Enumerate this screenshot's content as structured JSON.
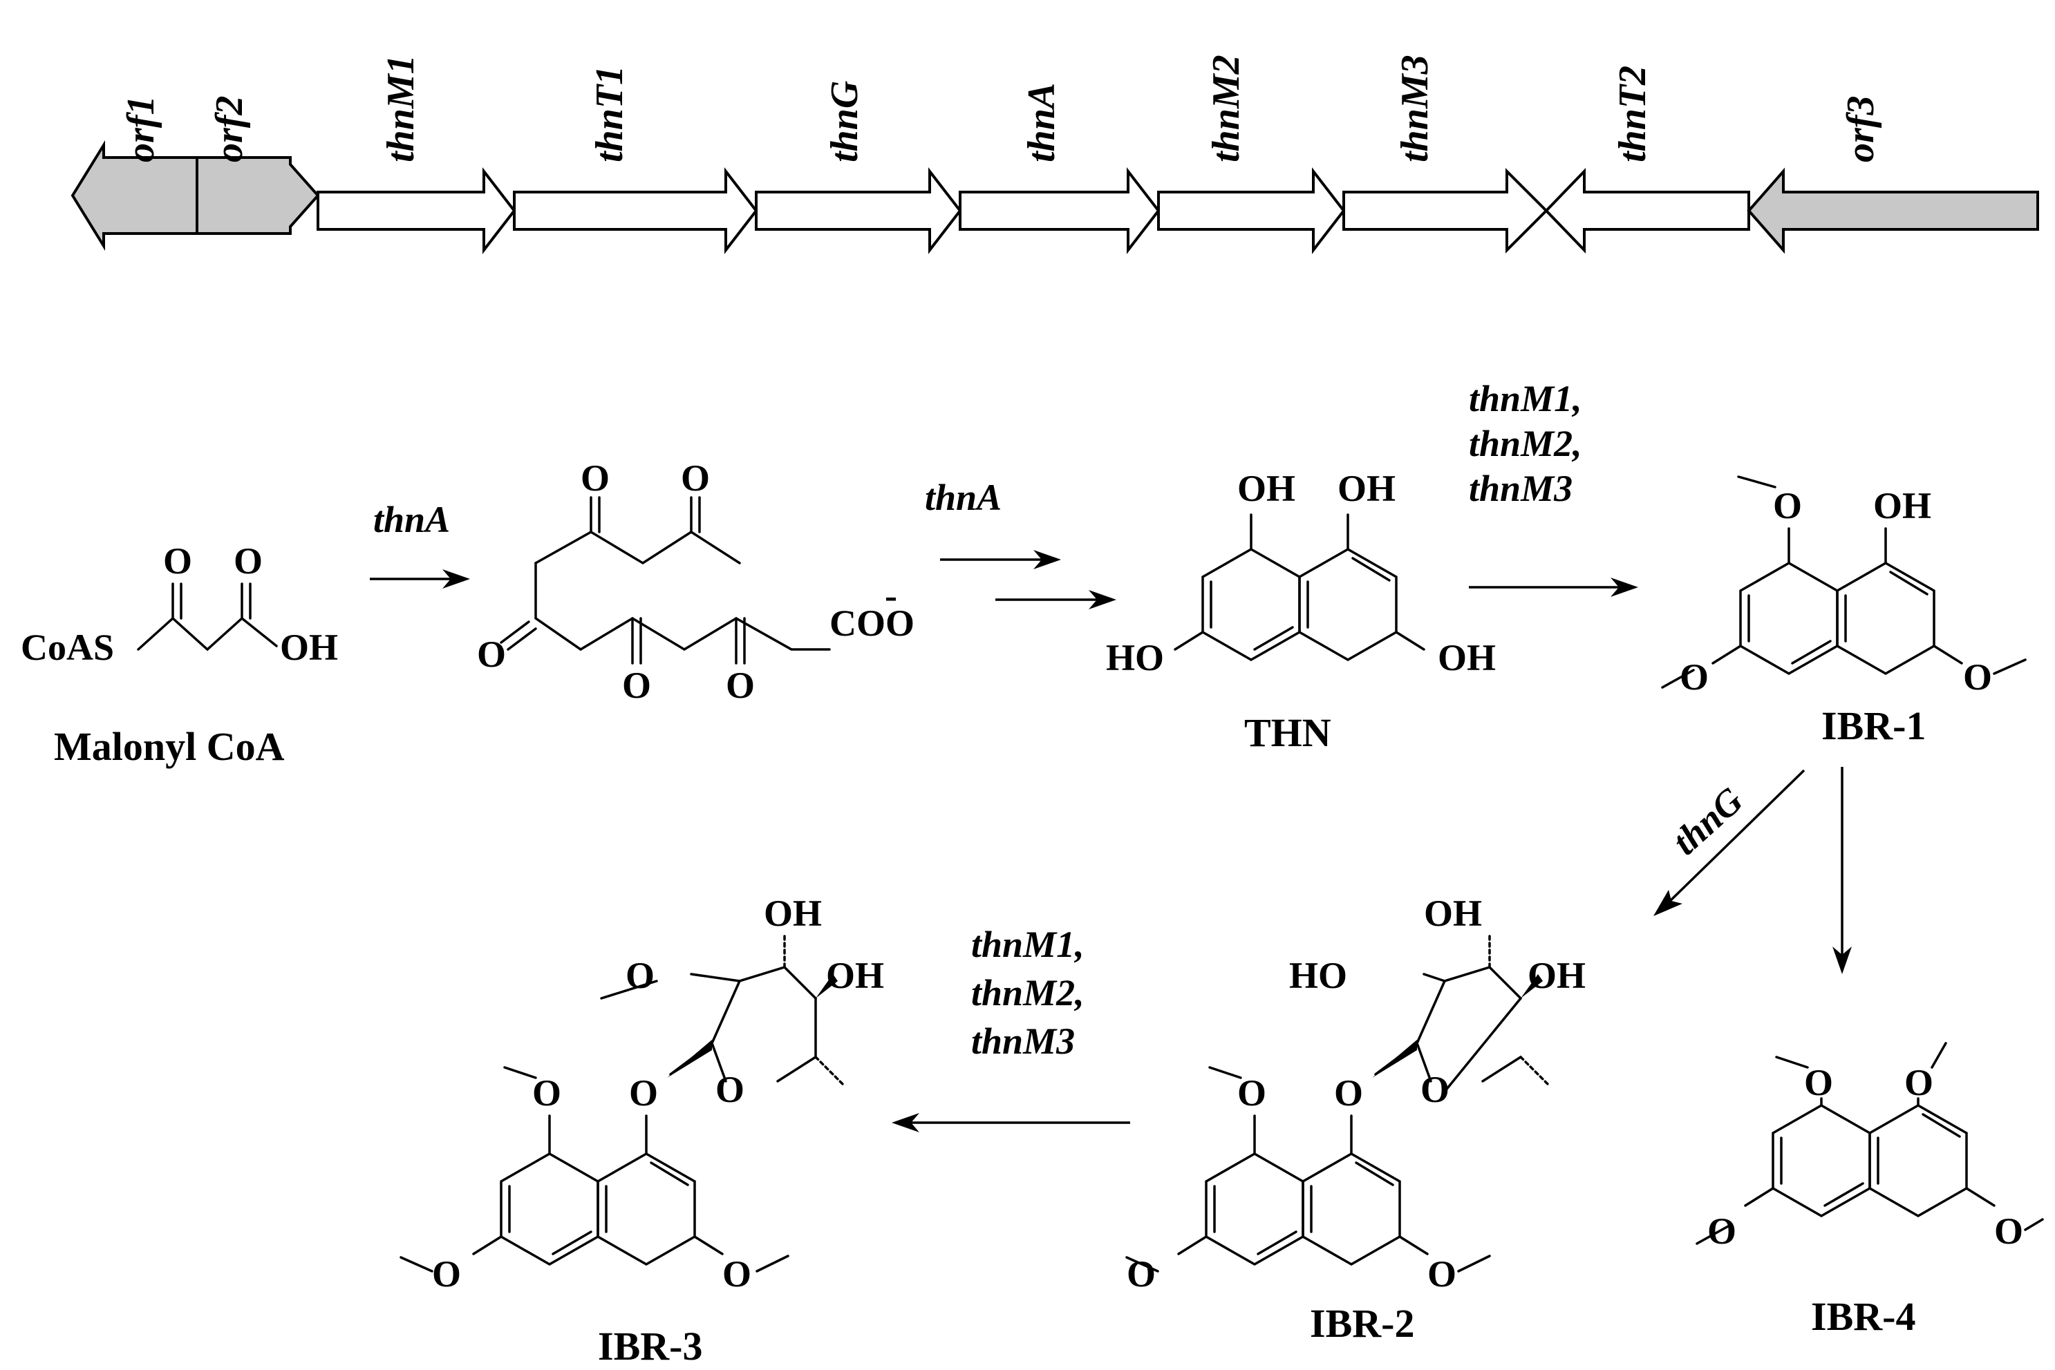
{
  "genes": [
    {
      "label": "orf1",
      "dir": "left",
      "color": "#c8c8c8"
    },
    {
      "label": "orf2",
      "dir": "right",
      "color": "#c8c8c8"
    },
    {
      "label": "thnM1",
      "dir": "right",
      "color": "#ffffff"
    },
    {
      "label": "thnT1",
      "dir": "right",
      "color": "#ffffff"
    },
    {
      "label": "thnG",
      "dir": "right",
      "color": "#ffffff"
    },
    {
      "label": "thnA",
      "dir": "right",
      "color": "#ffffff"
    },
    {
      "label": "thnM2",
      "dir": "right",
      "color": "#ffffff"
    },
    {
      "label": "thnM3",
      "dir": "right",
      "color": "#ffffff"
    },
    {
      "label": "thnT2",
      "dir": "left",
      "color": "#ffffff"
    },
    {
      "label": "orf3",
      "dir": "left",
      "color": "#c8c8c8"
    }
  ],
  "compounds": {
    "malonyl_coa": "Malonyl CoA",
    "thn": "THN",
    "ibr1": "IBR-1",
    "ibr2": "IBR-2",
    "ibr3": "IBR-3",
    "ibr4": "IBR-4"
  },
  "enzymes": {
    "step1": "thnA",
    "step2": "thnA",
    "step3": [
      "thnM1,",
      "thnM2,",
      "thnM3"
    ],
    "step4": "thnG",
    "step5": [
      "thnM1,",
      "thnM2,",
      "thnM3"
    ]
  },
  "atoms": {
    "coas": "CoAS",
    "o": "O",
    "oh": "OH",
    "ho": "HO",
    "coo": "COO",
    "minus": "-"
  }
}
